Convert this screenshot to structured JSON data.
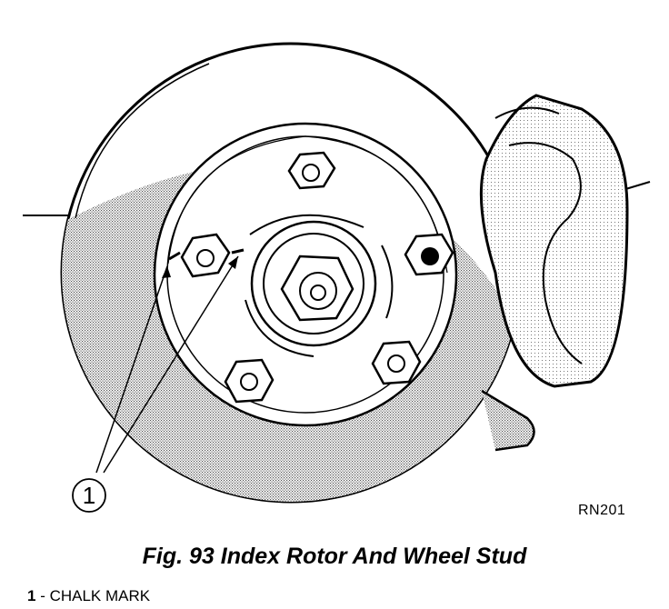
{
  "figure": {
    "code": "RN201",
    "callout": "1",
    "caption": "Fig. 93 Index Rotor And Wheel Stud"
  },
  "legend": {
    "items": [
      {
        "number": "1",
        "separator": " - ",
        "text": "CHALK MARK"
      }
    ]
  }
}
